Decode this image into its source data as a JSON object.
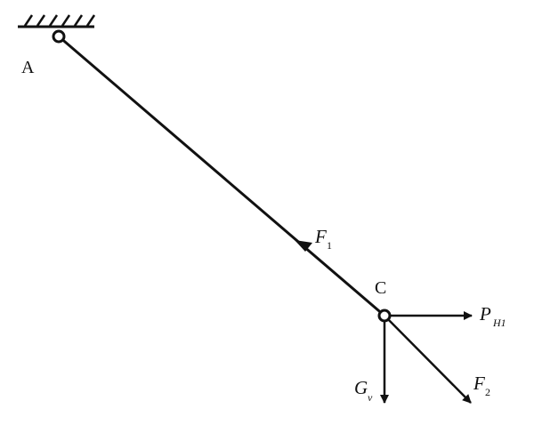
{
  "diagram": {
    "points": {
      "support": "A",
      "joint": "C"
    },
    "forces": {
      "f1": {
        "symbol": "F",
        "subscript": "1"
      },
      "ph1": {
        "symbol": "P",
        "subscript": "H1"
      },
      "gv": {
        "symbol": "G",
        "subscript": "v"
      },
      "f2": {
        "symbol": "F",
        "subscript": "2"
      }
    }
  }
}
